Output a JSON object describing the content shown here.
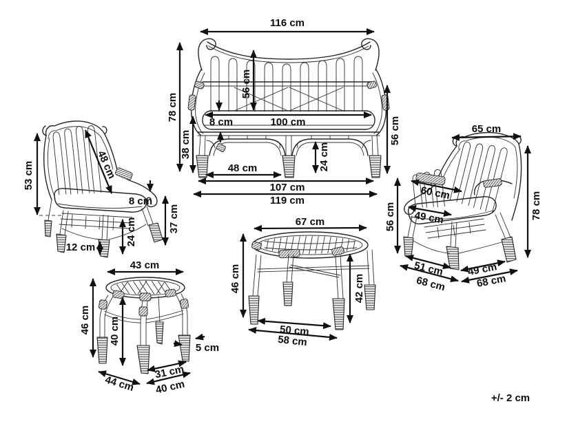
{
  "note": "+/- 2 cm",
  "sofa": {
    "overall_width": "116 cm",
    "overall_height": "78 cm",
    "backrest_inner_height": "56 cm",
    "cushion_thickness": "8 cm",
    "seat_width": "100 cm",
    "seat_height": "38 cm",
    "underseat_clearance": "24 cm",
    "front_leg_spacing": "48 cm",
    "base_width": "107 cm",
    "max_width": "119 cm",
    "side_height": "56 cm"
  },
  "armchair_left": {
    "backrest_height": "53 cm",
    "backrest_diagonal": "48 cm",
    "cushion_thickness": "8 cm",
    "seat_height": "37 cm",
    "underseat_clearance": "24 cm",
    "foot_height": "12 cm"
  },
  "armchair_right": {
    "top_depth": "65 cm",
    "backrest_diagonal": "60 cm",
    "seat_depth": "49 cm",
    "seat_side_height": "56 cm",
    "overall_height": "78 cm",
    "base_depth": "51 cm",
    "overall_depth": "68 cm",
    "base_width": "49 cm",
    "overall_width": "68 cm"
  },
  "coffee_table": {
    "top_diameter": "67 cm",
    "overall_height": "46 cm",
    "underside_height": "42 cm",
    "leg_spacing": "50 cm",
    "base_diameter": "58 cm"
  },
  "stool": {
    "top_diameter": "43 cm",
    "overall_height": "46 cm",
    "underside_height": "40 cm",
    "leg_thickness": "5 cm",
    "leg_spacing": "31 cm",
    "base_depth": "44 cm",
    "base_width": "40 cm"
  }
}
